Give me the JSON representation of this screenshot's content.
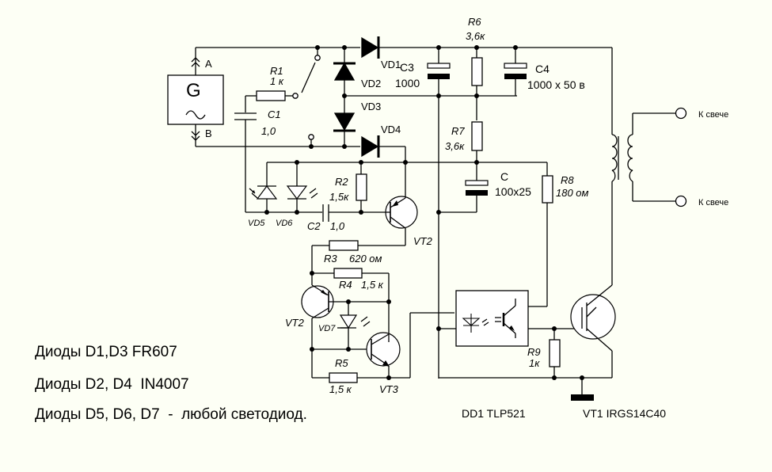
{
  "diagram": {
    "generator": {
      "symbol": "G",
      "terminal_a": "A",
      "terminal_b": "B"
    },
    "components": {
      "R1": {
        "name": "R1",
        "value": "1 к"
      },
      "C1": {
        "name": "C1",
        "value": "1,0"
      },
      "VD1": {
        "name": "VD1"
      },
      "VD2": {
        "name": "VD2"
      },
      "VD3": {
        "name": "VD3"
      },
      "VD4": {
        "name": "VD4"
      },
      "C3": {
        "name": "C3",
        "value": "1000"
      },
      "R6": {
        "name": "R6",
        "value": "3,6к"
      },
      "C4": {
        "name": "C4",
        "value": "1000 х 50 в"
      },
      "R7": {
        "name": "R7",
        "value": "3,6к"
      },
      "C": {
        "name": "C",
        "value": "100х25"
      },
      "R8": {
        "name": "R8",
        "value": "180 ом"
      },
      "R2": {
        "name": "R2",
        "value": "1,5к"
      },
      "VD5": {
        "name": "VD5"
      },
      "VD6": {
        "name": "VD6"
      },
      "C2": {
        "name": "C2",
        "value": "1,0"
      },
      "VT2_top": {
        "name": "VT2"
      },
      "R3": {
        "name": "R3",
        "value": "620 ом"
      },
      "R4": {
        "name": "R4",
        "value": "1,5 к"
      },
      "VT2_mid": {
        "name": "VT2"
      },
      "VD7": {
        "name": "VD7"
      },
      "R5": {
        "name": "R5",
        "value": "1,5 к"
      },
      "VT3": {
        "name": "VT3"
      },
      "R9": {
        "name": "R9",
        "value": "1к"
      }
    },
    "spark_outputs": [
      "К свече",
      "К свече"
    ],
    "notes": [
      "Диоды D1,D3 FR607",
      "Диоды D2, D4  IN4007",
      "Диоды D5, D6, D7  -  любой светодиод."
    ],
    "parts": {
      "optocoupler": "DD1 TLP521",
      "igbt": "VT1 IRGS14C40"
    }
  }
}
